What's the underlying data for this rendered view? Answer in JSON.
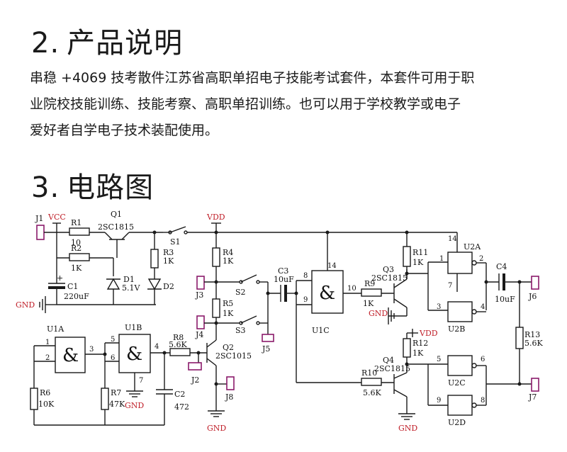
{
  "section2": {
    "number": "2.",
    "title": "产品说明"
  },
  "description_lines": [
    "串稳 +4069 技考散件江苏省高职单招电子技能考试套件，本套件可用于职",
    "业院校技能训练、技能考察、高职单招训练。也可以用于学校教学或电子",
    "爱好者自学电子技术装配使用。"
  ],
  "section3": {
    "number": "3.",
    "title": "电路图"
  },
  "schematic": {
    "power": {
      "vcc": "VCC",
      "vdd": "VDD",
      "gnd": "GND"
    },
    "connectors": [
      "J1",
      "J2",
      "J3",
      "J4",
      "J5",
      "J6",
      "J7",
      "J8"
    ],
    "resistors": [
      {
        "ref": "R1",
        "value": "10"
      },
      {
        "ref": "R2",
        "value": "1K"
      },
      {
        "ref": "R3",
        "value": "1K"
      },
      {
        "ref": "R4",
        "value": "1K"
      },
      {
        "ref": "R5",
        "value": "1K"
      },
      {
        "ref": "R6",
        "value": "10K"
      },
      {
        "ref": "R7",
        "value": "47K"
      },
      {
        "ref": "R8",
        "value": "5.6K"
      },
      {
        "ref": "R9",
        "value": "1K"
      },
      {
        "ref": "R10",
        "value": "5.6K"
      },
      {
        "ref": "R11",
        "value": "1K"
      },
      {
        "ref": "R12",
        "value": "1K"
      },
      {
        "ref": "R13",
        "value": "5.6K"
      }
    ],
    "capacitors": [
      {
        "ref": "C1",
        "value": "220uF"
      },
      {
        "ref": "C2",
        "value": "472"
      },
      {
        "ref": "C3",
        "value": "10uF"
      },
      {
        "ref": "C4",
        "value": "10uF"
      }
    ],
    "transistors": [
      {
        "ref": "Q1",
        "part": "2SC1815"
      },
      {
        "ref": "Q2",
        "part": "2SC1015"
      },
      {
        "ref": "Q3",
        "part": "2SC1815"
      },
      {
        "ref": "Q4",
        "part": "2SC1815"
      }
    ],
    "diodes": [
      {
        "ref": "D1",
        "value": "5.1V"
      },
      {
        "ref": "D2",
        "value": ""
      }
    ],
    "switches": [
      "S1",
      "S2",
      "S3"
    ],
    "gates": [
      "U1A",
      "U1B",
      "U1C",
      "U2A",
      "U2B",
      "U2C",
      "U2D"
    ],
    "gate_symbol": "&",
    "pins": [
      "1",
      "2",
      "3",
      "4",
      "5",
      "6",
      "7",
      "8",
      "9",
      "10",
      "14"
    ]
  },
  "colors": {
    "connector": "#8a1a6a",
    "power_label": "#c0202a",
    "text": "#1a1a1a"
  }
}
